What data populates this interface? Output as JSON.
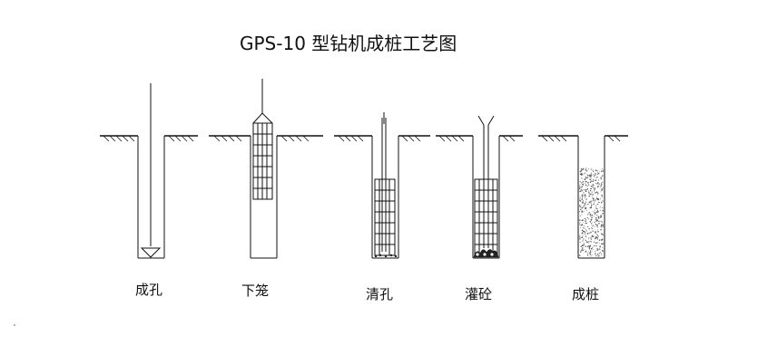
{
  "title": "GPS-10 型钻机成桩工艺图",
  "steps": [
    {
      "label": "成孔"
    },
    {
      "label": "下笼"
    },
    {
      "label": "清孔"
    },
    {
      "label": "灌砼"
    },
    {
      "label": "成桩"
    }
  ]
}
